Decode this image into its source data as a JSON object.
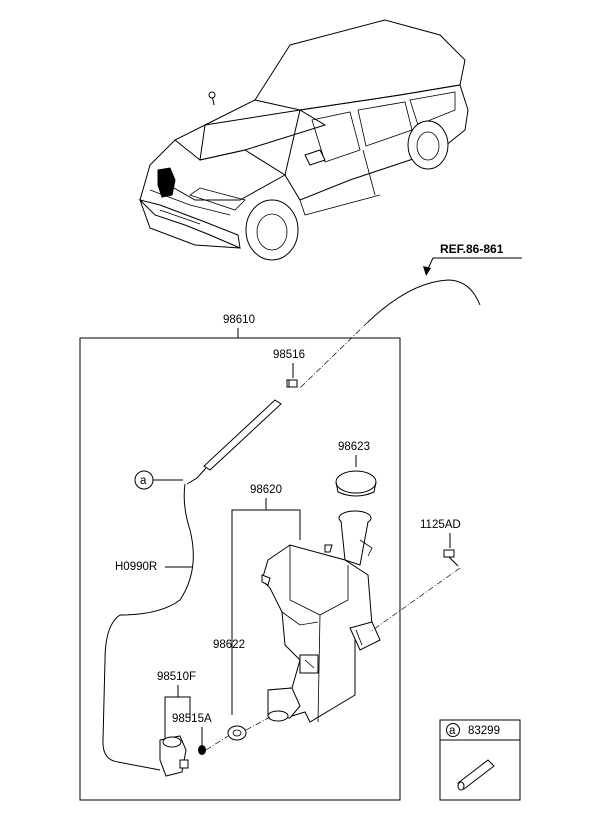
{
  "callouts": {
    "ref": "REF.86-861",
    "assembly": "98610",
    "nozzle": "98516",
    "cap": "98623",
    "reservoir": "98620",
    "bolt": "1125AD",
    "hose": "H0990R",
    "grommet": "98622",
    "pump": "98510F",
    "seal": "98515A",
    "circle_a": "a"
  },
  "legend": {
    "circle": "a",
    "part_no": "83299"
  }
}
